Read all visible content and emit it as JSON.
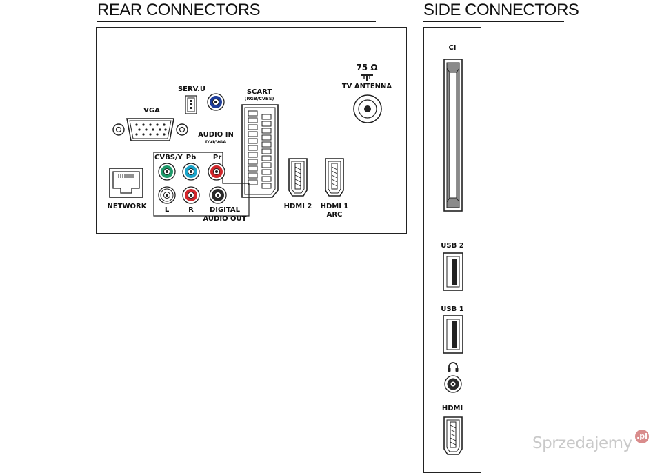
{
  "rear": {
    "title": "REAR CONNECTORS",
    "labels": {
      "vga": "VGA",
      "servu": "SERV.U",
      "audio_in": "AUDIO IN",
      "audio_in_sub": "DVI/VGA",
      "scart": "SCART",
      "scart_sub": "(RGB/CVBS)",
      "ohm": "75 Ω",
      "tv_antenna": "TV ANTENNA",
      "network": "NETWORK",
      "cvbs": "CVBS/Y",
      "pb": "Pb",
      "pr": "Pr",
      "l": "L",
      "r": "R",
      "digital": "DIGITAL",
      "audio_out": "AUDIO OUT",
      "hdmi2": "HDMI 2",
      "hdmi1": "HDMI 1",
      "arc": "ARC"
    }
  },
  "side": {
    "title": "SIDE CONNECTORS",
    "labels": {
      "ci": "CI",
      "usb2": "USB 2",
      "usb1": "USB 1",
      "hdmi": "HDMI"
    }
  },
  "colors": {
    "green": "#1f9a6a",
    "cyan": "#1aa3c8",
    "red": "#d1262b",
    "blue": "#1e3d9a",
    "white_jack": "#ffffff",
    "dark": "#2a2a2a"
  },
  "watermark": {
    "text": "Sprzedajemy",
    "badge": ".pl"
  }
}
